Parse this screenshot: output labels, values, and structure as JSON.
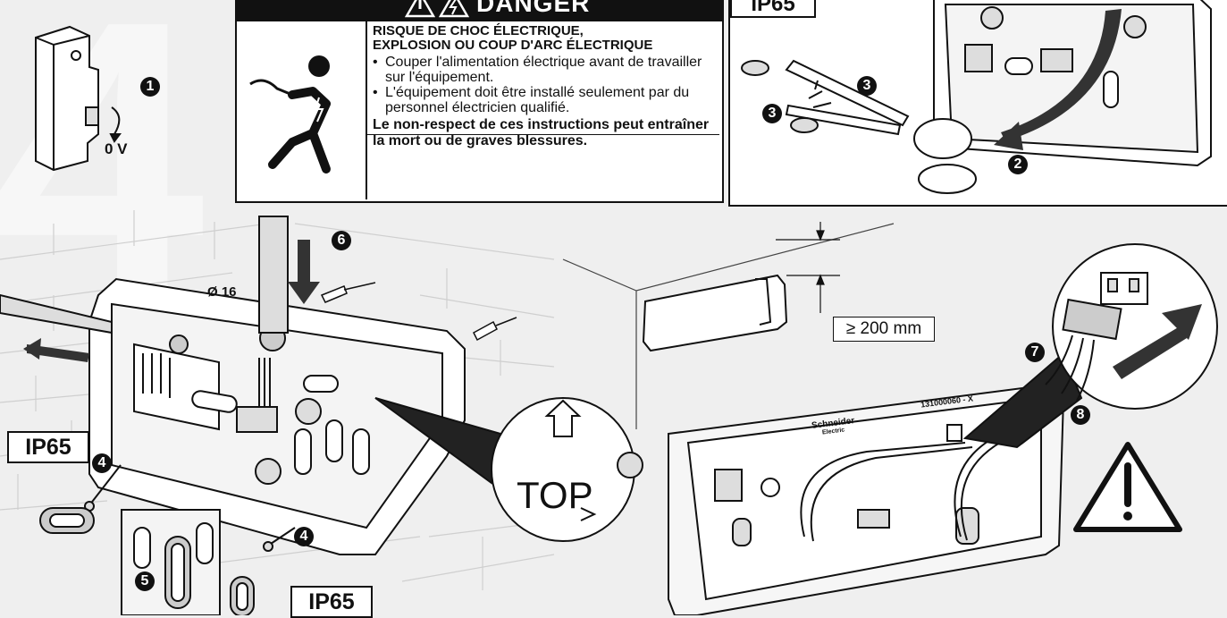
{
  "background": {
    "big_digit": "4"
  },
  "warning": {
    "header": "DANGER",
    "title_line1": "RISQUE DE CHOC ÉLECTRIQUE,",
    "title_line2": "EXPLOSION OU COUP D'ARC ÉLECTRIQUE",
    "bullet1": "Couper l'alimentation électrique avant de travailler sur l'équipement.",
    "bullet2": "L'équipement doit être installé seulement par du personnel électricien qualifié.",
    "footer": "Le non-respect de ces instructions peut entraîner la mort ou de graves blessures."
  },
  "steps": {
    "s1": "1",
    "s2": "2",
    "s3": "3",
    "s4": "4",
    "s5": "5",
    "s6": "6",
    "s7": "7",
    "s8": "8"
  },
  "labels": {
    "voltage": "0 V",
    "diameter": "Ø 16",
    "ip_top": "IP65",
    "ip_left": "IP65",
    "ip_bottom": "IP65",
    "min_distance": "≥ 200 mm",
    "top_mark": "TOP",
    "board_code": "131000060 - X",
    "brand": "Schneider",
    "brand_sub": "Electric"
  },
  "colors": {
    "ink": "#111111",
    "background": "#efefef",
    "panel": "#ffffff"
  }
}
